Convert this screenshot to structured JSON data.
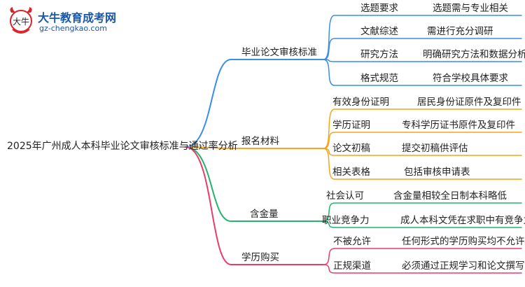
{
  "logo": {
    "site_name": "大牛教育成考网",
    "url": "gz-chengkao.com",
    "mark_text": "大牛"
  },
  "root": "2025年广州成人本科毕业论文审核标准与通过率分析",
  "branches": [
    {
      "label": "毕业论文审核标准",
      "color": "#3b8ee8",
      "items": [
        {
          "key": "选题要求",
          "value": "选题需与专业相关"
        },
        {
          "key": "文献综述",
          "value": "需进行充分调研"
        },
        {
          "key": "研究方法",
          "value": "明确研究方法和数据分析"
        },
        {
          "key": "格式规范",
          "value": "符合学校具体要求"
        }
      ]
    },
    {
      "label": "报名材料",
      "color": "#f3a51c",
      "items": [
        {
          "key": "有效身份证明",
          "value": "居民身份证原件及复印件"
        },
        {
          "key": "学历证明",
          "value": "专科学历证书原件及复印件"
        },
        {
          "key": "论文初稿",
          "value": "提交初稿供评估"
        },
        {
          "key": "相关表格",
          "value": "包括审核申请表"
        }
      ]
    },
    {
      "label": "含金量",
      "color": "#27b36b",
      "items": [
        {
          "key": "社会认可",
          "value": "含金量相较全日制本科略低"
        },
        {
          "key": "职业竞争力",
          "value": "成人本科文凭在求职中有竞争力"
        }
      ]
    },
    {
      "label": "学历购买",
      "color": "#ea3c6b",
      "items": [
        {
          "key": "不被允许",
          "value": "任何形式的学历购买均不允许"
        },
        {
          "key": "正规渠道",
          "value": "必须通过正规学习和论文撰写获得"
        }
      ]
    }
  ]
}
